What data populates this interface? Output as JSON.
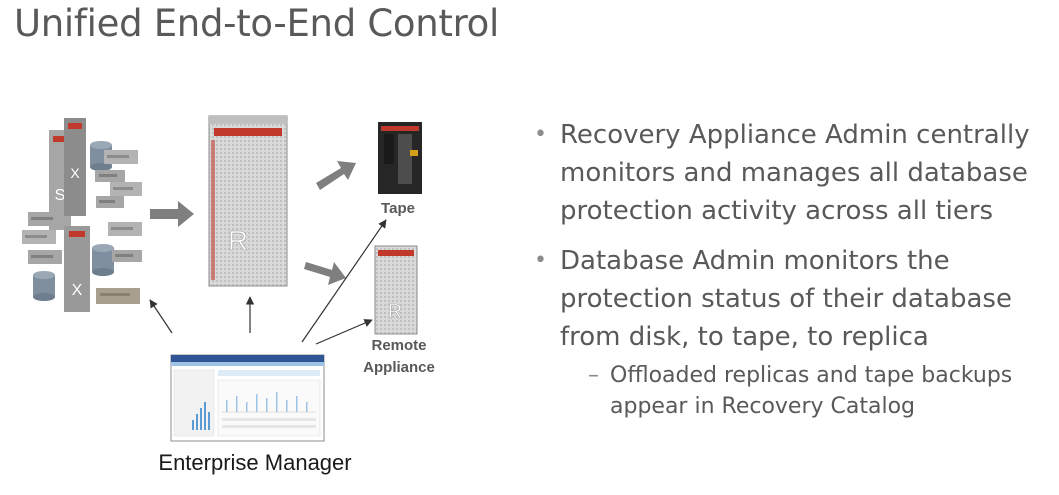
{
  "title": "Unified End-to-End Control",
  "labels": {
    "tape": "Tape",
    "remote_line1": "Remote",
    "remote_line2": "Appliance",
    "enterprise_manager": "Enterprise Manager",
    "rack_letter": "R",
    "remote_letter": "R",
    "server_s": "S",
    "server_x1": "X",
    "server_x2": "X"
  },
  "bullets": [
    {
      "text": "Recovery Appliance Admin centrally monitors and manages all database protection activity across all tiers"
    },
    {
      "text": "Database Admin monitors the protection status of their database from disk, to tape, to replica"
    }
  ],
  "sub_bullets": [
    {
      "text": "Offloaded replicas and tape backups appear in Recovery Catalog"
    }
  ],
  "colors": {
    "text": "#595959",
    "server_gray": "#a6a6a6",
    "oracle_red": "#c0392b",
    "arrow_gray": "#7f7f7f"
  }
}
